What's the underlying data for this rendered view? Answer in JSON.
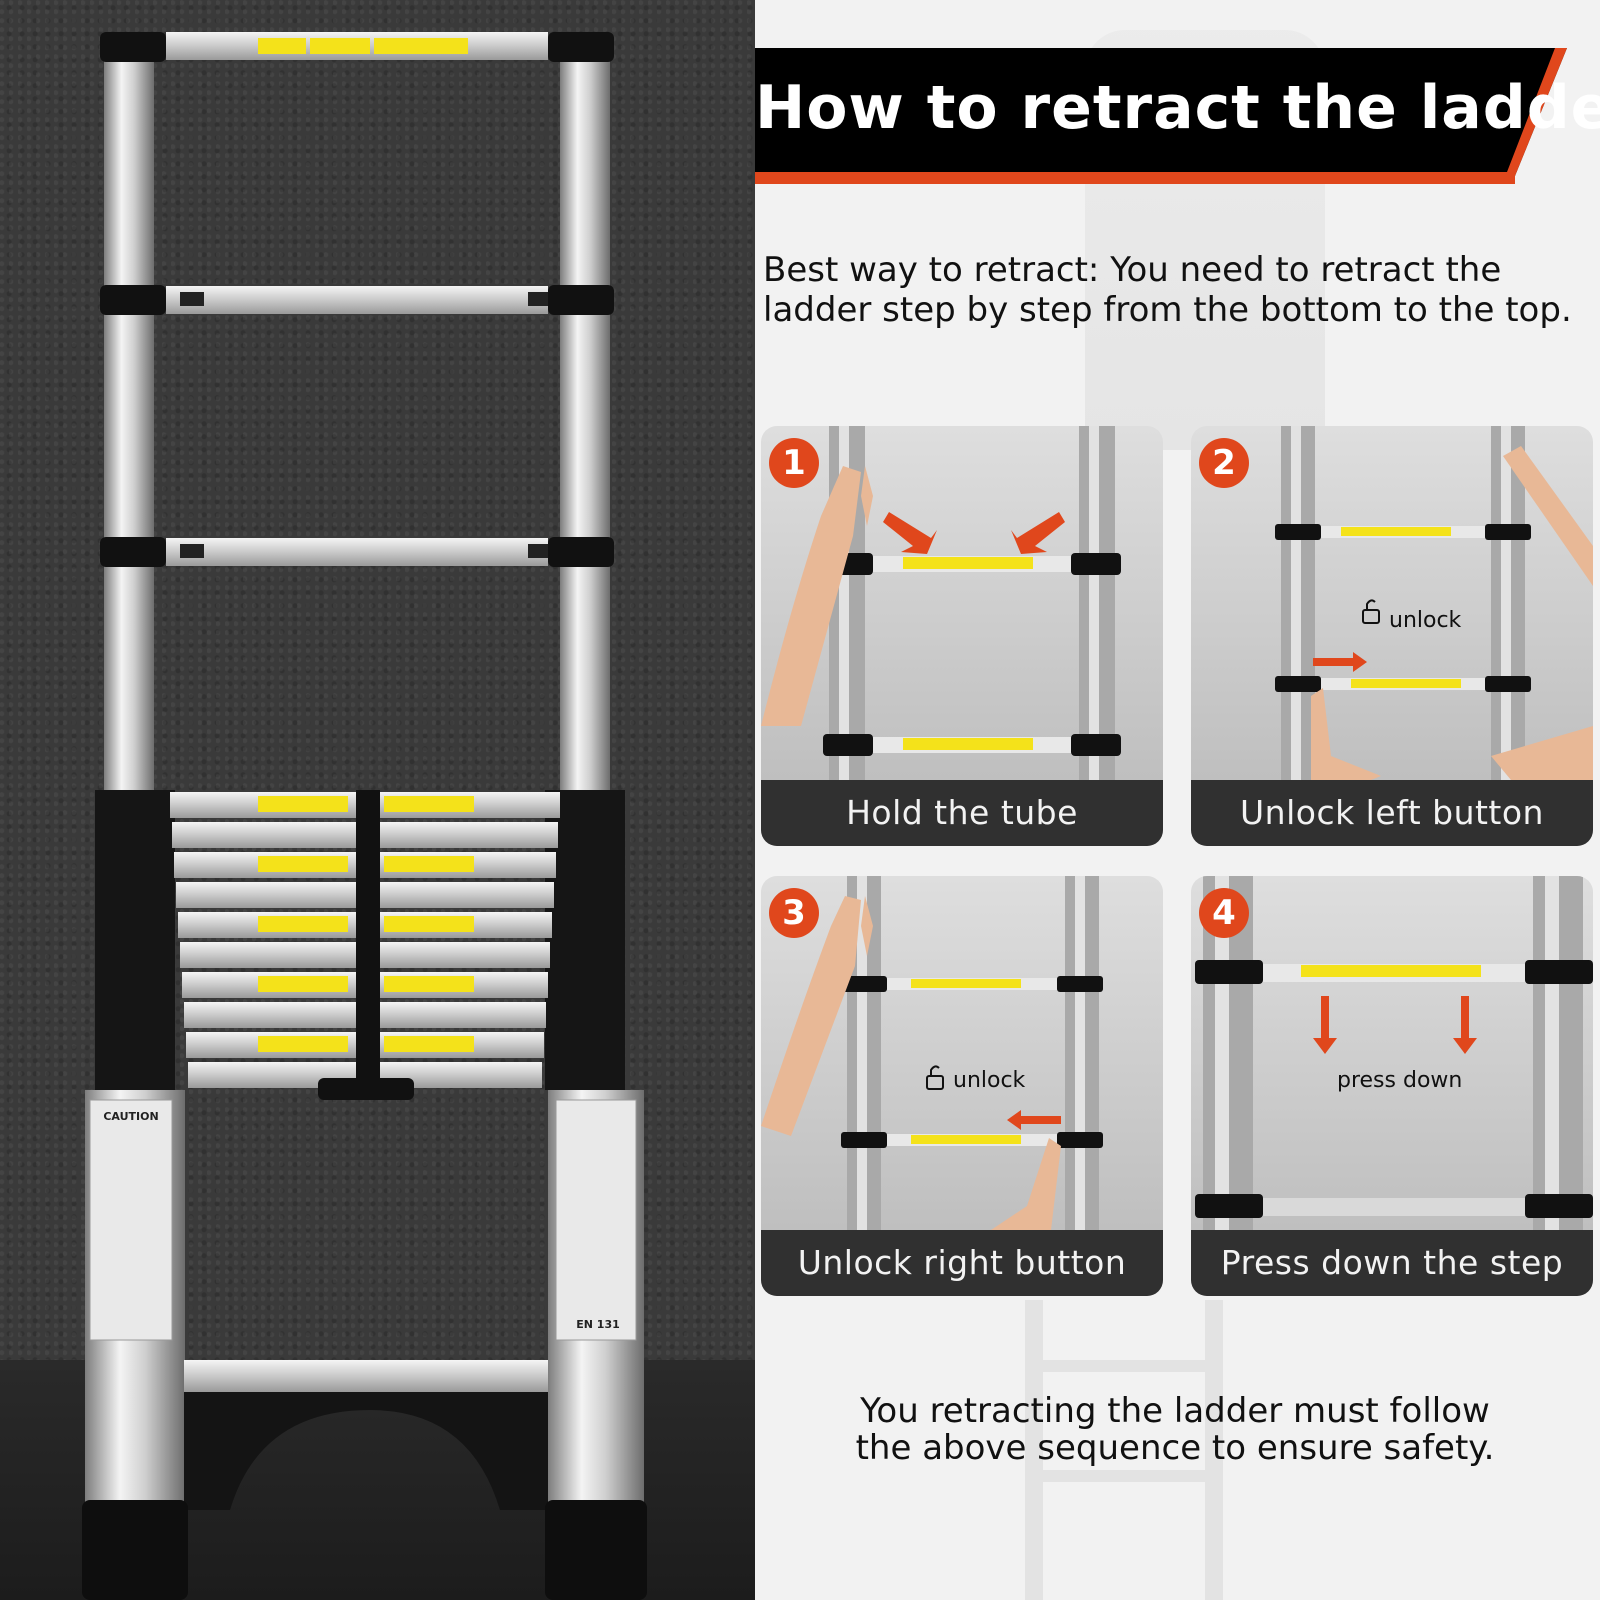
{
  "banner": {
    "title": "How to retract the ladder:"
  },
  "intro": {
    "line1": "Best way to retract: You need to retract the",
    "line2": "ladder step by step from the bottom to the top."
  },
  "steps": [
    {
      "number": "1",
      "caption": "Hold the tube",
      "label": ""
    },
    {
      "number": "2",
      "caption": "Unlock left button",
      "label": "unlock"
    },
    {
      "number": "3",
      "caption": "Unlock right button",
      "label": "unlock"
    },
    {
      "number": "4",
      "caption": "Press down the step",
      "label": "press down"
    }
  ],
  "ladder": {
    "caution_label": "CAUTION",
    "standard_label": "EN 131"
  },
  "footer": {
    "line1": "You retracting the ladder must follow",
    "line2": "the above sequence to ensure safety."
  },
  "colors": {
    "accent": "#e0471c",
    "banner_bg": "#000000",
    "caption_bg": "#303030",
    "rung_label": "#f4e21a"
  },
  "icons": [
    "lock-open-icon",
    "arrow-icon"
  ]
}
